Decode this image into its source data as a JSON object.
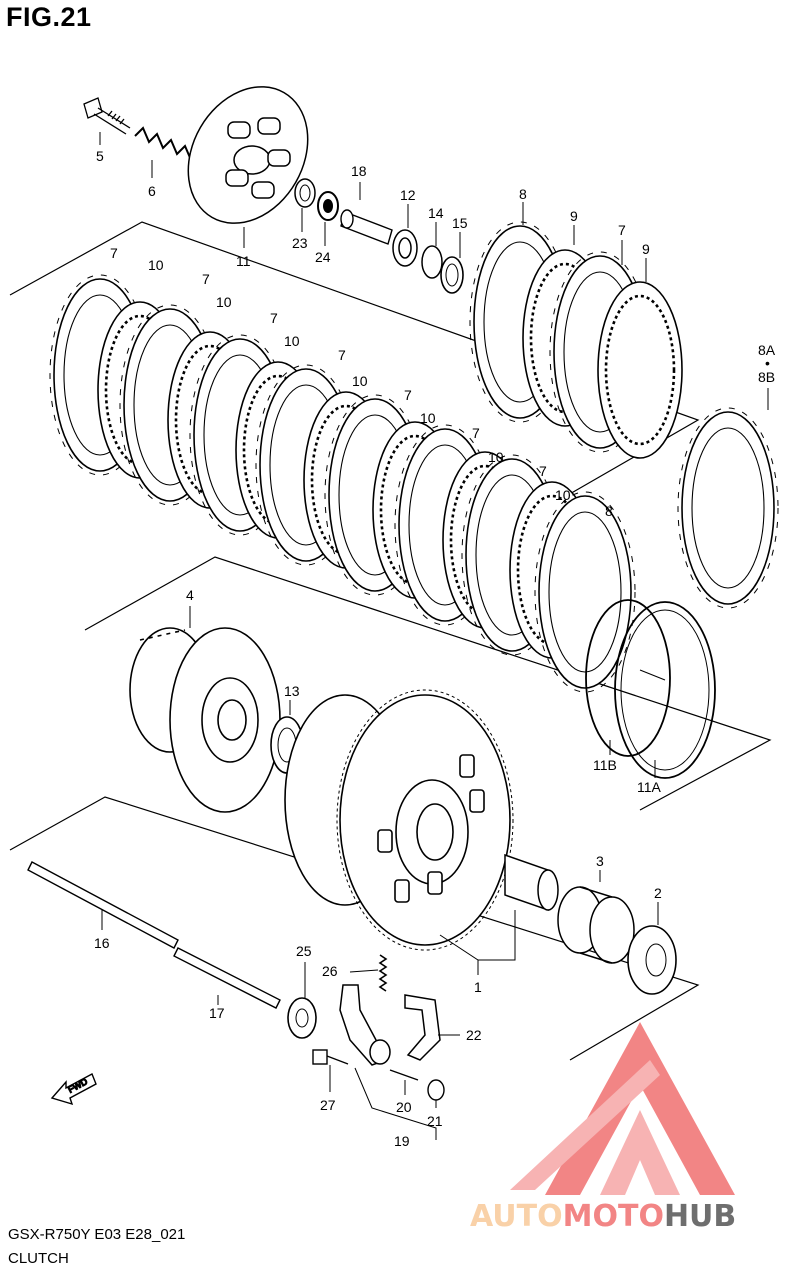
{
  "figure": {
    "title": "FIG.21"
  },
  "footer": {
    "model_code": "GSX-R750Y E03 E28_021",
    "section_name": "CLUTCH"
  },
  "watermark": {
    "brand_part1": "AUTO",
    "brand_part2": "MOTO",
    "brand_part3": "HUB",
    "color_light": "#f8c99a",
    "color_main": "#f07070",
    "color_dark": "#555555"
  },
  "callouts": {
    "c5": "5",
    "c6": "6",
    "c11": "11",
    "c23": "23",
    "c24": "24",
    "c18": "18",
    "c12": "12",
    "c14": "14",
    "c15": "15",
    "c8_top": "8",
    "c9a": "9",
    "c7_top": "7",
    "c9b": "9",
    "c7_1": "7",
    "c10_1": "10",
    "c7_2": "7",
    "c10_2": "10",
    "c7_3": "7",
    "c10_3": "10",
    "c7_4": "7",
    "c10_4": "10",
    "c7_5": "7",
    "c10_5": "10",
    "c7_6": "7",
    "c10_6": "10",
    "c7_7": "7",
    "c10_7": "10",
    "c8_mid": "8",
    "c8A": "8A",
    "c8dot": "•",
    "c8B": "8B",
    "c4": "4",
    "c13": "13",
    "c11B": "11B",
    "c11A": "11A",
    "c3": "3",
    "c2": "2",
    "c1": "1",
    "c16": "16",
    "c17": "17",
    "c25": "25",
    "c26": "26",
    "c22": "22",
    "c27": "27",
    "c20": "20",
    "c21": "21",
    "c19": "19"
  }
}
